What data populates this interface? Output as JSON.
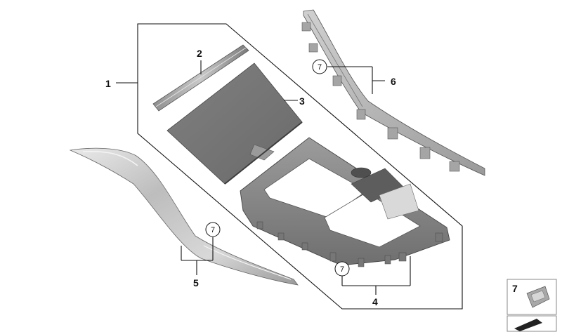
{
  "diagram": {
    "callouts": {
      "c1": "1",
      "c2": "2",
      "c3": "3",
      "c4": "4",
      "c5": "5",
      "c6": "6"
    },
    "circled_markers": {
      "m6": "7",
      "m5": "7",
      "m4": "7"
    },
    "legend": {
      "item_number": "7"
    }
  }
}
